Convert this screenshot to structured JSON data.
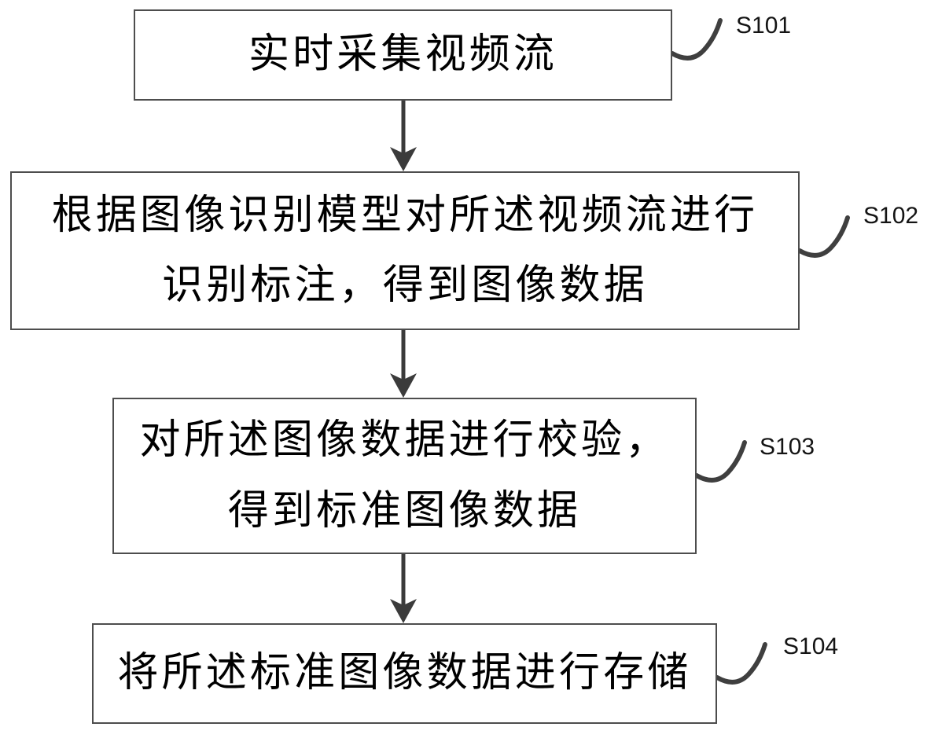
{
  "figure": {
    "type": "flowchart",
    "background_color": "#ffffff",
    "line_color": "#3b3b3b",
    "box_border_color": "#4d4d4d",
    "text_color": "#000000",
    "steps": [
      {
        "label": "S101",
        "lines": [
          "实时采集视频流"
        ]
      },
      {
        "label": "S102",
        "lines": [
          "根据图像识别模型对所述视频流进行",
          "识别标注，得到图像数据"
        ]
      },
      {
        "label": "S103",
        "lines": [
          "对所述图像数据进行校验，",
          "得到标准图像数据"
        ]
      },
      {
        "label": "S104",
        "lines": [
          "将所述标准图像数据进行存储"
        ]
      }
    ],
    "flow": [
      "S101 -> S102",
      "S102 -> S103",
      "S103 -> S104"
    ]
  }
}
